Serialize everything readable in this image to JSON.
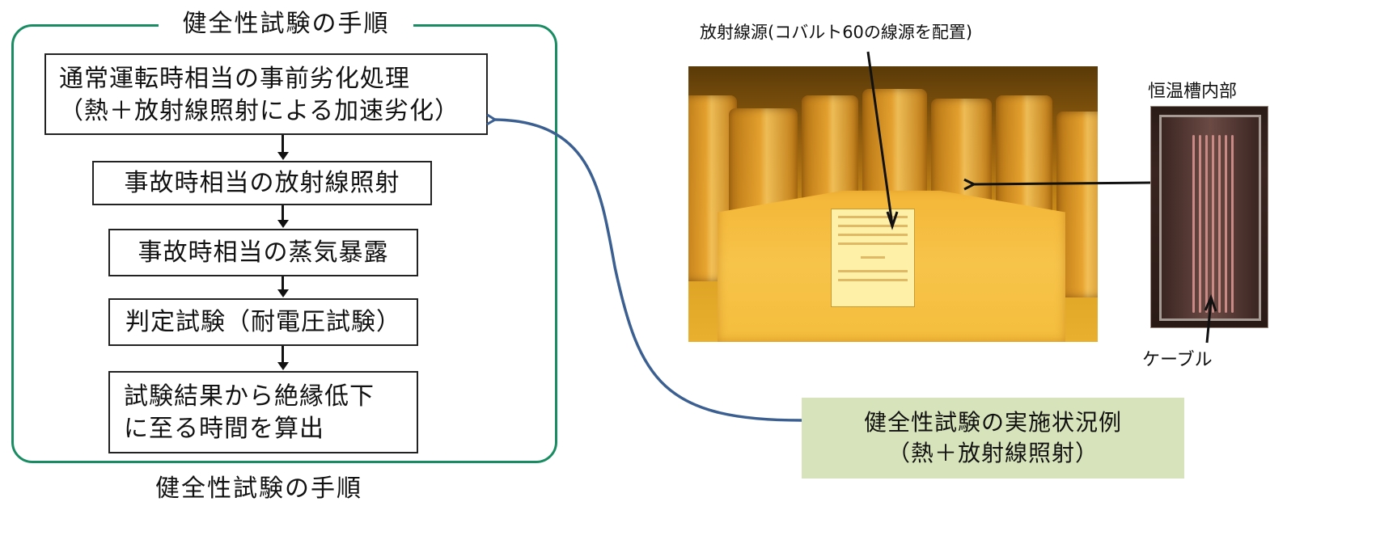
{
  "procedure": {
    "frame_title": "健全性試験の手順",
    "steps": [
      {
        "line1": "通常運転時相当の事前劣化処理",
        "line2": "（熱＋放射線照射による加速劣化）"
      },
      {
        "line1": "事故時相当の放射線照射"
      },
      {
        "line1": "事故時相当の蒸気暴露"
      },
      {
        "line1": "判定試験（耐電圧試験）"
      },
      {
        "line1": "試験結果から絶縁低下",
        "line2": "に至る時間を算出"
      }
    ],
    "caption": "健全性試験の手順"
  },
  "photos": {
    "source_label": "放射線源(コバルト60の線源を配置)",
    "chamber_label": "恒温槽内部",
    "cable_label": "ケーブル"
  },
  "example_note": {
    "line1": "健全性試験の実施状況例",
    "line2": "（熱＋放射線照射）"
  },
  "colors": {
    "frame_border": "#1a8c63",
    "connector_curve": "#3b5f91",
    "note_background": "#d7e4bb"
  }
}
